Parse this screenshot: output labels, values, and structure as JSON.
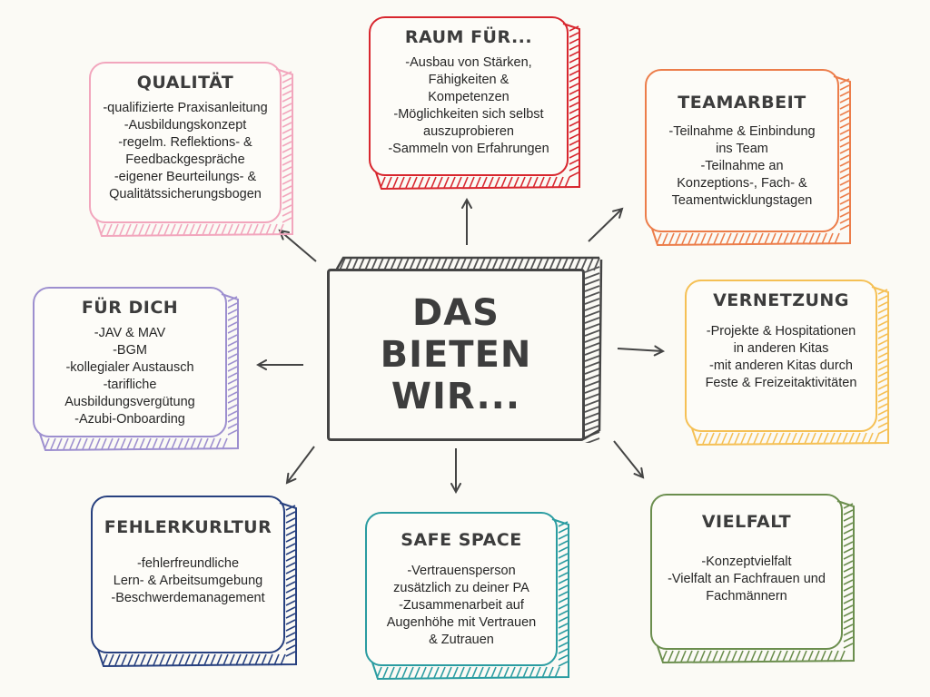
{
  "center": {
    "lines": [
      "DAS",
      "BIETEN",
      "WIR..."
    ]
  },
  "cards": [
    {
      "id": "qualitaet",
      "title": "QUALITÄT",
      "color": "#f2a6bd",
      "items": [
        "-qualifizierte Praxisanleitung",
        "-Ausbildungskonzept",
        "-regelm. Reflektions- &",
        "Feedbackgespräche",
        "-eigener Beurteilungs- &",
        "Qualitätssicherungsbogen"
      ]
    },
    {
      "id": "raum-fuer",
      "title": "RAUM FÜR...",
      "color": "#d8262e",
      "items": [
        "-Ausbau von Stärken,",
        "Fähigkeiten &",
        "Kompetenzen",
        "-Möglichkeiten sich selbst",
        "auszuprobieren",
        "-Sammeln von Erfahrungen"
      ]
    },
    {
      "id": "teamarbeit",
      "title": "TEAMARBEIT",
      "color": "#ec7d4a",
      "items": [
        "-Teilnahme & Einbindung",
        "ins Team",
        "-Teilnahme an",
        "Konzeptions-, Fach- &",
        "Teamentwicklungstagen"
      ]
    },
    {
      "id": "fuer-dich",
      "title": "FÜR DICH",
      "color": "#9d8fcf",
      "items": [
        "-JAV & MAV",
        "-BGM",
        "-kollegialer Austausch",
        "-tarifliche",
        "Ausbildungsvergütung",
        "-Azubi-Onboarding"
      ]
    },
    {
      "id": "vernetzung",
      "title": "VERNETZUNG",
      "color": "#f5c055",
      "items": [
        "-Projekte & Hospitationen",
        "in anderen Kitas",
        "-mit anderen Kitas durch",
        "Feste & Freizeitaktivitäten"
      ]
    },
    {
      "id": "fehlerkultur",
      "title": "FEHLERKURLTUR",
      "color": "#27407f",
      "items": [
        "-fehlerfreundliche",
        "Lern- & Arbeitsumgebung",
        "-Beschwerdemanagement"
      ]
    },
    {
      "id": "safe-space",
      "title": "SAFE SPACE",
      "color": "#2a9ca1",
      "items": [
        "-Vertrauensperson",
        "zusätzlich zu deiner PA",
        "-Zusammenarbeit auf",
        "Augenhöhe mit Vertrauen",
        "& Zutrauen"
      ]
    },
    {
      "id": "vielfalt",
      "title": "VIELFALT",
      "color": "#6b8e4e",
      "items": [
        "-Konzeptvielfalt",
        "-Vielfalt an Fachfrauen und",
        "Fachmännern"
      ]
    }
  ]
}
